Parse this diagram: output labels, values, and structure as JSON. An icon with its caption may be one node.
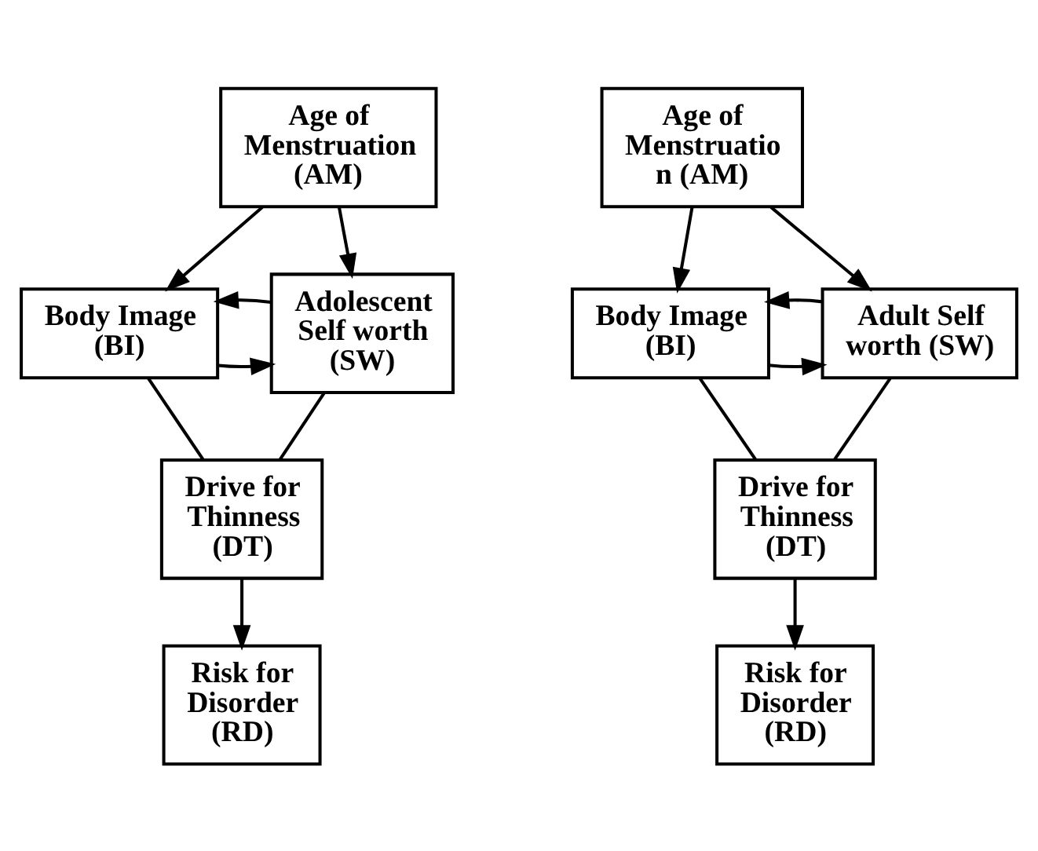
{
  "diagram": {
    "nodes": [
      {
        "text": [
          "Age of Menstruation (AM)"
        ]
      },
      {
        "text": [
          "Body Image (BI)"
        ]
      },
      {
        "text": [
          "Adolescent Self worth (SW)"
        ]
      },
      {
        "text": [
          "Drive for Thinness (DT)"
        ]
      },
      {
        "text": [
          "Risk for Disorder (RD)"
        ]
      },
      {
        "text": [
          "Age of Menstruatio n (AM)"
        ]
      },
      {
        "text": [
          "Body Image (BI)"
        ]
      },
      {
        "text": [
          "Adult Self worth (SW)"
        ]
      },
      {
        "text": [
          "Drive for Thinness (DT)"
        ]
      },
      {
        "text": [
          "Risk for Disorder (RD)"
        ]
      }
    ],
    "edges": [
      {
        "from": 0,
        "to": 1,
        "arrow": "to"
      },
      {
        "from": 0,
        "to": 2,
        "arrow": "to"
      },
      {
        "from": 1,
        "to": 2,
        "arrow": "to"
      },
      {
        "from": 2,
        "to": 1,
        "arrow": "to"
      },
      {
        "from": 1,
        "to": 3,
        "arrow": "none"
      },
      {
        "from": 2,
        "to": 3,
        "arrow": "none"
      },
      {
        "from": 3,
        "to": 4,
        "arrow": "to"
      },
      {
        "from": 5,
        "to": 6,
        "arrow": "to"
      },
      {
        "from": 5,
        "to": 7,
        "arrow": "to"
      },
      {
        "from": 6,
        "to": 7,
        "arrow": "to"
      },
      {
        "from": 7,
        "to": 6,
        "arrow": "to"
      },
      {
        "from": 6,
        "to": 8,
        "arrow": "none"
      },
      {
        "from": 7,
        "to": 8,
        "arrow": "none"
      },
      {
        "from": 8,
        "to": 9,
        "arrow": "to"
      }
    ]
  }
}
